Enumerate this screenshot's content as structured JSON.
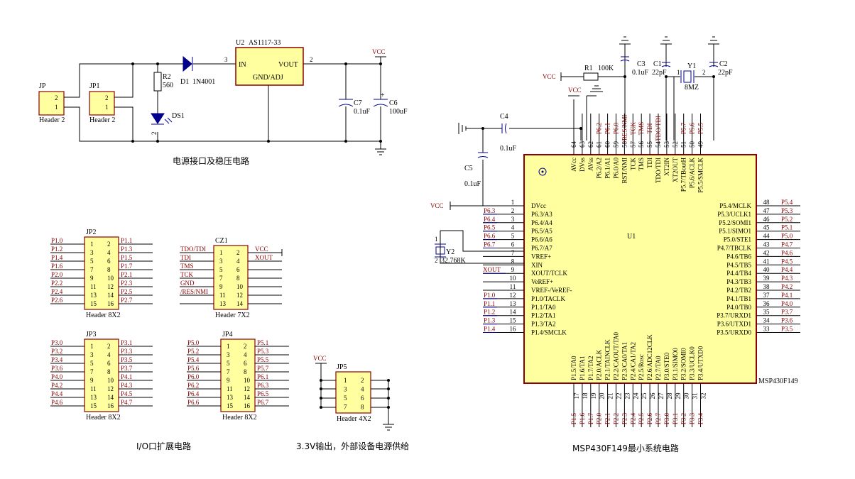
{
  "captions": {
    "power": "电源接口及稳压电路",
    "io": "I/O口扩展电路",
    "out33": "3.3V输出，外部设备电源供给",
    "mcu": "MSP430F149最小系统电路"
  },
  "power": {
    "jp": {
      "ref": "JP",
      "name": "Header 2",
      "pins": [
        "2",
        "1"
      ]
    },
    "jp1": {
      "ref": "JP1",
      "name": "Header 2",
      "pins": [
        "2",
        "1"
      ]
    },
    "r2": {
      "ref": "R2",
      "val": "560"
    },
    "d1": {
      "ref": "D1",
      "val": "1N4001"
    },
    "ds1": {
      "ref": "DS1",
      "pin": "2"
    },
    "u2": {
      "ref": "U2",
      "val": "AS1117-33",
      "in": "IN",
      "vout": "VOUT",
      "gnd": "GND/ADJ",
      "p3": "3",
      "p2": "2"
    },
    "c7": {
      "ref": "C7",
      "val": "0.1uF"
    },
    "c6": {
      "ref": "C6",
      "val": "100uF",
      "plus": "+"
    },
    "vcc": "VCC"
  },
  "mcu": {
    "ref": "U1",
    "part": "MSP430F149",
    "r1": {
      "ref": "R1",
      "val": "100K"
    },
    "c3": {
      "ref": "C3",
      "val": "0.1uF"
    },
    "c1": {
      "ref": "C1",
      "val": "22pF"
    },
    "c2": {
      "ref": "C2",
      "val": "22pF"
    },
    "y1": {
      "ref": "Y1",
      "val": "8MZ",
      "p1": "1",
      "p2": "2"
    },
    "c4": {
      "ref": "C4",
      "val": "0.1uF"
    },
    "c5": {
      "ref": "C5",
      "val": "0.1uF"
    },
    "y2": {
      "ref": "Y2",
      "val": "32.768K",
      "p1": "1",
      "p2": "2"
    },
    "vcc": "VCC",
    "xout": "XOUT",
    "left": [
      {
        "n": "1",
        "p": "DVcc",
        "net": ""
      },
      {
        "n": "2",
        "p": "P6.3/A3",
        "net": "P6.3"
      },
      {
        "n": "3",
        "p": "P6.4/A4",
        "net": "P6.4"
      },
      {
        "n": "4",
        "p": "P6.5/A5",
        "net": "P6.5"
      },
      {
        "n": "5",
        "p": "P6.6/A6",
        "net": "P6.6"
      },
      {
        "n": "6",
        "p": "P6.7/A7",
        "net": "P6.7"
      },
      {
        "n": "7",
        "p": "VREF+",
        "net": ""
      },
      {
        "n": "8",
        "p": "XIN",
        "net": ""
      },
      {
        "n": "9",
        "p": "XOUT/TCLK",
        "net": "XOUT"
      },
      {
        "n": "10",
        "p": "VeREF+",
        "net": ""
      },
      {
        "n": "11",
        "p": "VREF-/VeREF-",
        "net": ""
      },
      {
        "n": "12",
        "p": "P1.0/TACLK",
        "net": "P1.0"
      },
      {
        "n": "13",
        "p": "P1.1/TA0",
        "net": "P1.1"
      },
      {
        "n": "14",
        "p": "P1.2/TA1",
        "net": "P1.2"
      },
      {
        "n": "15",
        "p": "P1.3/TA2",
        "net": "P1.3"
      },
      {
        "n": "16",
        "p": "P1.4/SMCLK",
        "net": "P1.4"
      }
    ],
    "right": [
      {
        "n": "48",
        "p": "P5.4/MCLK",
        "net": "P5.4"
      },
      {
        "n": "47",
        "p": "P5.3/UCLK1",
        "net": "P5.3"
      },
      {
        "n": "46",
        "p": "P5.2/SOMI1",
        "net": "P5.2"
      },
      {
        "n": "45",
        "p": "P5.1/SIMO1",
        "net": "P5.1"
      },
      {
        "n": "44",
        "p": "P5.0/STE1",
        "net": "P5.0"
      },
      {
        "n": "43",
        "p": "P4.7/TBCLK",
        "net": "P4.7"
      },
      {
        "n": "42",
        "p": "P4.6/TB6",
        "net": "P4.6"
      },
      {
        "n": "41",
        "p": "P4.5/TB5",
        "net": "P4.5"
      },
      {
        "n": "40",
        "p": "P4.4/TB4",
        "net": "P4.4"
      },
      {
        "n": "39",
        "p": "P4.3/TB3",
        "net": "P4.3"
      },
      {
        "n": "38",
        "p": "P4.2/TB2",
        "net": "P4.2"
      },
      {
        "n": "37",
        "p": "P4.1/TB1",
        "net": "P4.1"
      },
      {
        "n": "36",
        "p": "P4.0/TB0",
        "net": "P4.0"
      },
      {
        "n": "35",
        "p": "P3.7/URXD1",
        "net": "P3.7"
      },
      {
        "n": "34",
        "p": "P3.6/UTXD1",
        "net": "P3.6"
      },
      {
        "n": "33",
        "p": "P3.5/URXD0",
        "net": "P3.5"
      }
    ],
    "top": [
      {
        "n": "64",
        "p": "AVcc",
        "net": ""
      },
      {
        "n": "63",
        "p": "DVss",
        "net": ""
      },
      {
        "n": "62",
        "p": "AVss",
        "net": ""
      },
      {
        "n": "61",
        "p": "P6.2/A2",
        "net": "P6.2"
      },
      {
        "n": "60",
        "p": "P6.1/A1",
        "net": "P6.1"
      },
      {
        "n": "59",
        "p": "P6.0/A0",
        "net": "P6.0"
      },
      {
        "n": "58",
        "p": "RST/NMI",
        "net": "/RES/NMI"
      },
      {
        "n": "57",
        "p": "TCK",
        "net": "TCK"
      },
      {
        "n": "56",
        "p": "TMS",
        "net": "TMS"
      },
      {
        "n": "55",
        "p": "TDI",
        "net": "TDI"
      },
      {
        "n": "54",
        "p": "TDO/TDI",
        "net": "TDO/TDI"
      },
      {
        "n": "53",
        "p": "XT2IN",
        "net": ""
      },
      {
        "n": "52",
        "p": "XT2OUT",
        "net": ""
      },
      {
        "n": "51",
        "p": "P5.7/TBoutH",
        "net": "P5.7"
      },
      {
        "n": "50",
        "p": "P5.6/ACLK",
        "net": "P5.6"
      },
      {
        "n": "49",
        "p": "P5.5/SMCLK",
        "net": "P5.5"
      }
    ],
    "bottom": [
      {
        "n": "17",
        "p": "P1.5/TA0",
        "net": "P1.5"
      },
      {
        "n": "18",
        "p": "P1.6/TA1",
        "net": "P1.6"
      },
      {
        "n": "19",
        "p": "P1.7/TA2",
        "net": "P1.7"
      },
      {
        "n": "20",
        "p": "P2.0/ACLK",
        "net": "P2.0"
      },
      {
        "n": "21",
        "p": "P2.1/TAINCLK",
        "net": "P2.1"
      },
      {
        "n": "22",
        "p": "P2.2/CAOUT/TA0",
        "net": "P2.2"
      },
      {
        "n": "23",
        "p": "P2.3/CA0/TA1",
        "net": "P2.3"
      },
      {
        "n": "24",
        "p": "P2.4/CA1/TA2",
        "net": "P2.4"
      },
      {
        "n": "25",
        "p": "P2.5/Rosc",
        "net": "P2.5"
      },
      {
        "n": "26",
        "p": "P2.6/ADC12CLK",
        "net": "P2.6"
      },
      {
        "n": "27",
        "p": "P2.7/TA0",
        "net": "P2.7"
      },
      {
        "n": "28",
        "p": "P3.0/STE0",
        "net": "P3.0"
      },
      {
        "n": "29",
        "p": "P3.1/SIMO0",
        "net": "P3.1"
      },
      {
        "n": "30",
        "p": "P3.2/SOMI0",
        "net": "P3.2"
      },
      {
        "n": "31",
        "p": "P3.3/UCLK0",
        "net": "P3.3"
      },
      {
        "n": "32",
        "p": "P3.4/UTXD0",
        "net": "P3.4"
      }
    ]
  },
  "headers": {
    "jp2": {
      "ref": "JP2",
      "name": "Header 8X2",
      "left": [
        "P1.0",
        "P1.2",
        "P1.4",
        "P1.6",
        "P2.0",
        "P2.2",
        "P2.4",
        "P2.6"
      ],
      "right": [
        "P1.1",
        "P1.3",
        "P1.5",
        "P1.7",
        "P2.1",
        "P2.3",
        "P2.5",
        "P2.7"
      ]
    },
    "jp3": {
      "ref": "JP3",
      "name": "Header 8X2",
      "left": [
        "P3.0",
        "P3.2",
        "P3.4",
        "P3.6",
        "P4.0",
        "P4.2",
        "P4.4",
        "P4.6"
      ],
      "right": [
        "P3.1",
        "P3.3",
        "P3.5",
        "P3.7",
        "P4.1",
        "P4.3",
        "P4.5",
        "P4.7"
      ]
    },
    "jp4": {
      "ref": "JP4",
      "name": "Header 8X2",
      "left": [
        "P5.0",
        "P5.2",
        "P5.4",
        "P5.6",
        "P6.0",
        "P6.2",
        "P6.4",
        "P6.6"
      ],
      "right": [
        "P5.1",
        "P5.3",
        "P5.5",
        "P5.7",
        "P6.1",
        "P6.3",
        "P6.5",
        "P6.7"
      ]
    },
    "cz1": {
      "ref": "CZ1",
      "name": "Header 7X2",
      "left": [
        "TDO/TDI",
        "TDI",
        "TMS",
        "TCK",
        "GND",
        "/RES/NMI",
        ""
      ],
      "right": [
        "VCC",
        "XOUT",
        "",
        "",
        "",
        "",
        ""
      ]
    },
    "jp5": {
      "ref": "JP5",
      "name": "Header 4X2",
      "vcc": "VCC"
    }
  }
}
